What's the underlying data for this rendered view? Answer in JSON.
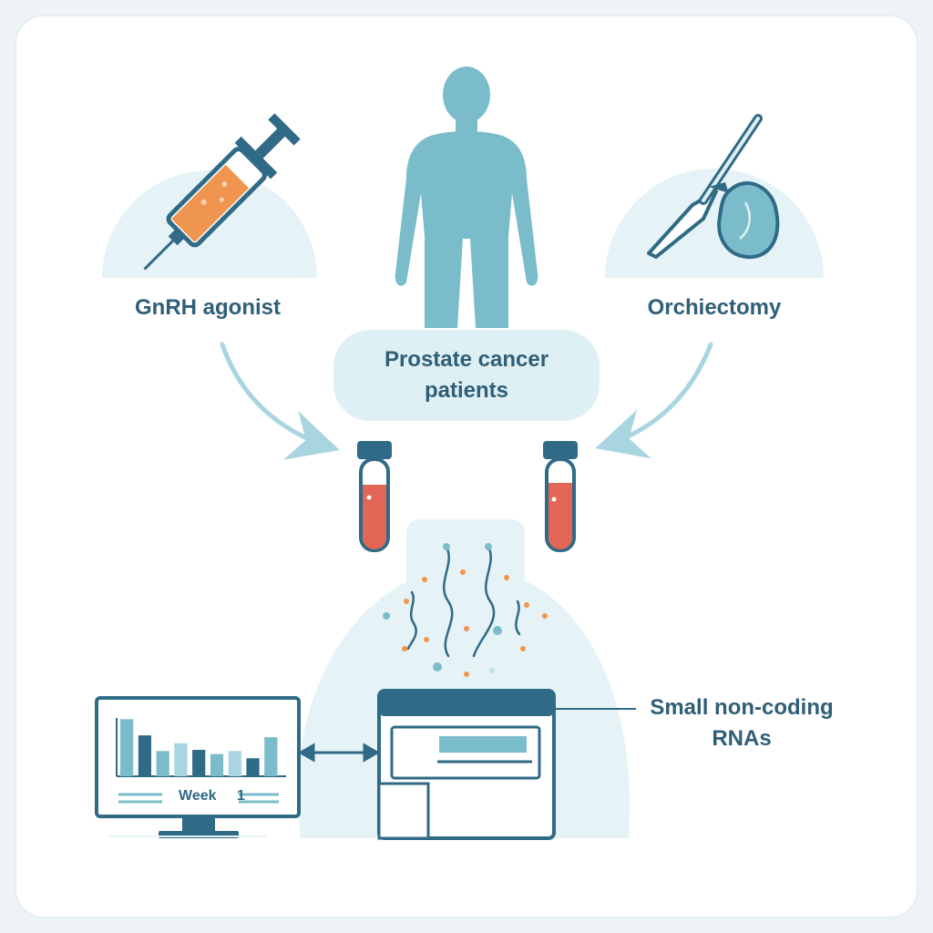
{
  "labels": {
    "gnrh": "GnRH agonist",
    "orchiectomy": "Orchiectomy",
    "patients_line1": "Prostate cancer",
    "patients_line2": "patients",
    "rnas_line1": "Small non-coding",
    "rnas_line2": "RNAs",
    "week": "Week",
    "week_num": "1"
  },
  "icons": {
    "injection": "syringe-icon",
    "surgery": "scalpel-icon",
    "organ": "testis-icon",
    "patient": "human-silhouette-icon",
    "sample": "blood-tube-icon",
    "molecule": "rna-strand-icon",
    "instrument": "sequencer-icon",
    "display": "monitor-icon"
  },
  "colors": {
    "accent_teal": "#7bbccb",
    "dark_blue": "#2f6a86",
    "light_circle": "#e6f3f6",
    "blood_red": "#e26656",
    "syringe_orange": "#f0954f",
    "arrow_light": "#a9d5e0"
  },
  "chart_data": {
    "type": "bar",
    "categories": [
      "",
      "",
      "",
      "",
      "",
      "",
      "",
      ""
    ],
    "values": [
      0.95,
      0.68,
      0.42,
      0.55,
      0.44,
      0.37,
      0.42,
      0.3,
      0.65
    ],
    "xlabel": "Week",
    "ylim": [
      0,
      1
    ]
  }
}
